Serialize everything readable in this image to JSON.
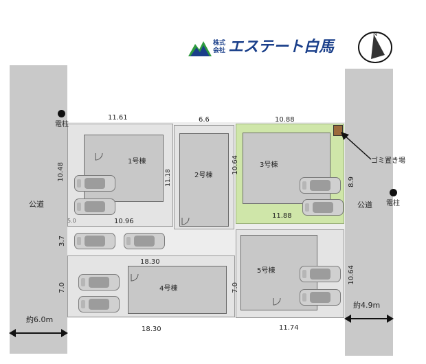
{
  "company": {
    "prefix_top": "株式",
    "prefix_bottom": "会社",
    "name": "エステート白馬"
  },
  "north_label": "N",
  "roads": {
    "west_label": "公道",
    "east_label": "公道",
    "west_width": "約6.0m",
    "east_width": "約4.9m"
  },
  "utility_pole_label_west": "電柱",
  "utility_pole_label_east": "電柱",
  "garbage_label": "ゴミ置き場",
  "lots": [
    {
      "name": "1号棟",
      "top": "11.61",
      "side": "10.48",
      "bottom": "10.96",
      "inner": "11.18"
    },
    {
      "name": "2号棟",
      "top": "6.6"
    },
    {
      "name": "3号棟",
      "top": "10.88",
      "side": "10.64",
      "bottom": "11.88",
      "east": "8.9"
    },
    {
      "name": "4号棟",
      "top": "18.30",
      "bottom": "18.30",
      "side": "7.0"
    },
    {
      "name": "5号棟",
      "side": "7.0",
      "east": "10.64",
      "bottom": "11.74"
    }
  ],
  "misc": {
    "gap_height": "3.7",
    "mark": "5.0"
  },
  "colors": {
    "highlight": "#cfe6a9",
    "road": "#c9c9c9",
    "lot": "#e4e4e4",
    "logo": "#1a3f8a",
    "logo_green": "#2e9b3e"
  }
}
